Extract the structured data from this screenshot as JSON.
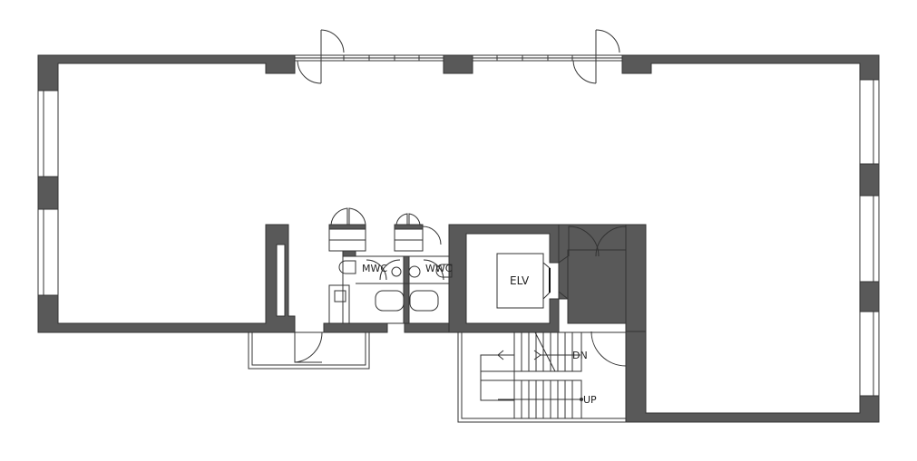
{
  "labels": {
    "mwc": "MWC",
    "wwc": "WWC",
    "elv": "ELV",
    "dn": "DN",
    "up": "UP"
  },
  "colors": {
    "wall": "#595959",
    "line": "#333333",
    "background": "#ffffff"
  }
}
